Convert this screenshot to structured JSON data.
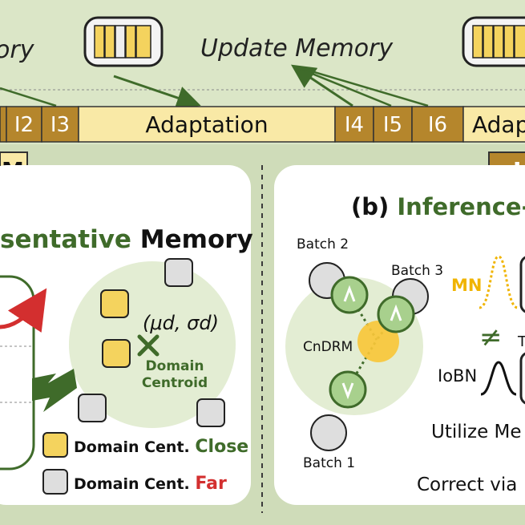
{
  "top": {
    "memory_label_left": "ory",
    "update_memory_label": "Update Memory",
    "timeline": [
      {
        "label": "I2",
        "kind": "item"
      },
      {
        "label": "I3",
        "kind": "item"
      },
      {
        "label": "Adaptation",
        "kind": "adapt"
      },
      {
        "label": "I4",
        "kind": "item"
      },
      {
        "label": "I5",
        "kind": "item"
      },
      {
        "label": "I6",
        "kind": "item"
      },
      {
        "label": "Adap",
        "kind": "adapt"
      }
    ],
    "left_tag": "M",
    "right_tag": "I"
  },
  "left_panel": {
    "title_part1": "sentative",
    "title_part2": "Memory",
    "centroid_symbol": "(μd, σd)",
    "centroid_label_line1": "Domain",
    "centroid_label_line2": "Centroid",
    "legend": [
      {
        "label": "Domain Cent.",
        "emphasis": "Close",
        "swatch": "#f4d35e",
        "emphasis_color": "#3f6b2a"
      },
      {
        "label": "Domain Cent.",
        "emphasis": "Far",
        "swatch": "#dedede",
        "emphasis_color": "#c62828"
      }
    ]
  },
  "right_panel": {
    "title_prefix": "(b)",
    "title_main": "Inference-",
    "batches": [
      "Batch 2",
      "Batch 3",
      "Batch 1"
    ],
    "center_label": "CnDRM",
    "mn_label": "MN",
    "not_equal": "≠",
    "iobn_label": "IoBN",
    "t_fragment": "T",
    "utilize_text": "Utilize Me",
    "correct_text": "Correct via"
  },
  "colors": {
    "background": "#cfdcb9",
    "top_band": "#dbe6c7",
    "panel": "#ffffff",
    "item_brown": "#b5862c",
    "adapt_yellow": "#f9e9a6",
    "dark_green": "#3f6b2a",
    "green_fill": "#a8d08d",
    "pale_green": "#e3edd3",
    "yellow": "#f4d35e",
    "red": "#d32f2f",
    "gray": "#dedede"
  }
}
